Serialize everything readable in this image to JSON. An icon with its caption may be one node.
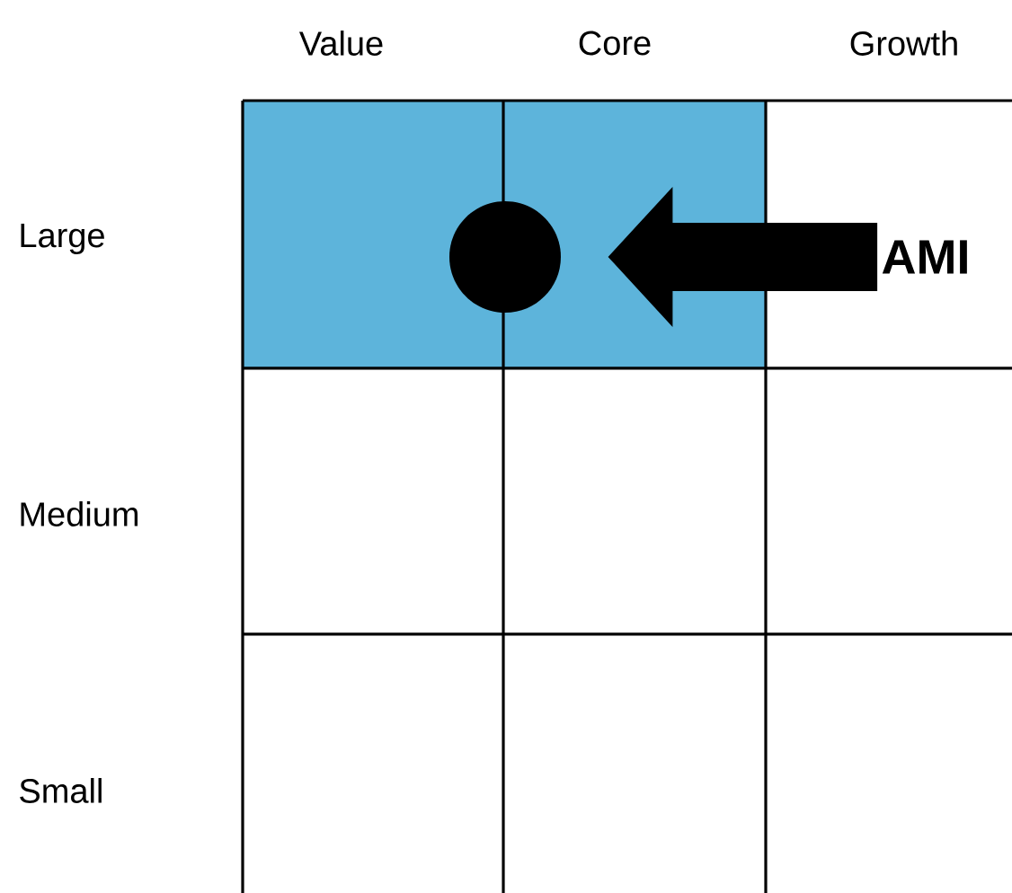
{
  "diagram": {
    "nodes": [
      {
        "text": [
          "AMI"
        ]
      },
      {
        "text": [],
        "shape": "circle"
      }
    ],
    "edges": [
      {
        "from": 0,
        "to": 1,
        "arrow": "to"
      }
    ],
    "labels": [
      "Value",
      "Core",
      "Growth",
      "Large",
      "Medium",
      "Small"
    ]
  }
}
